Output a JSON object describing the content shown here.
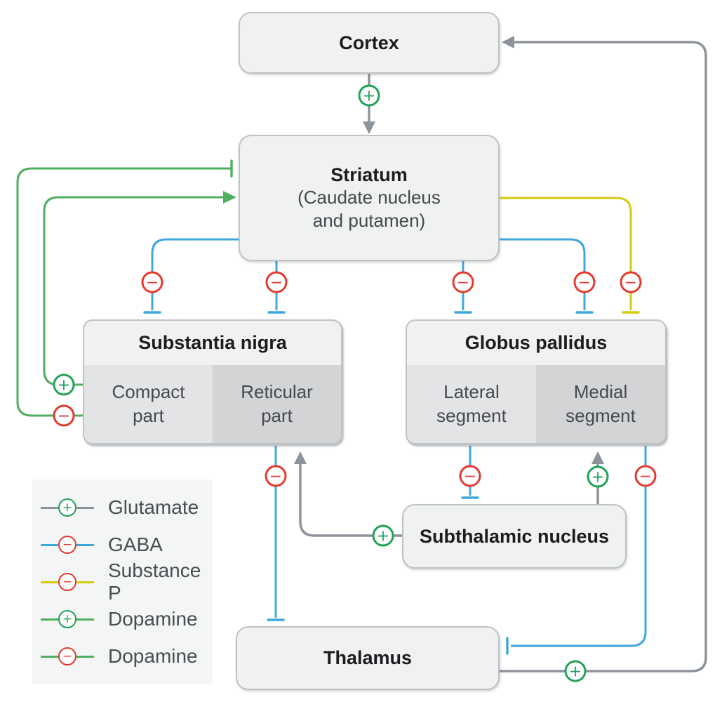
{
  "colors": {
    "glutamate_line": "#8d939a",
    "gaba_line": "#3fa8db",
    "substance_p_line": "#d5cb10",
    "dopamine_line": "#4fae60",
    "excitatory": "#21a35a",
    "inhibitory": "#e23b30",
    "box_border": "#bfc2c5",
    "box_fill": "#f0f1f1",
    "cell_light": "#e3e4e5",
    "cell_dark": "#d3d4d6"
  },
  "boxes": {
    "cortex": {
      "title": "Cortex"
    },
    "striatum": {
      "title": "Striatum",
      "subtitle_line1": "(Caudate nucleus",
      "subtitle_line2": "and putamen)"
    },
    "substantia_nigra": {
      "title": "Substantia nigra",
      "compact": "Compact part",
      "reticular": "Reticular part"
    },
    "globus_pallidus": {
      "title": "Globus pallidus",
      "lateral": "Lateral segment",
      "medial": "Medial segment"
    },
    "subthalamic": {
      "title": "Subthalamic nucleus"
    },
    "thalamus": {
      "title": "Thalamus"
    }
  },
  "legend": {
    "items": [
      {
        "label": "Glutamate",
        "sign": "+",
        "line": "gray"
      },
      {
        "label": "GABA",
        "sign": "−",
        "line": "blue"
      },
      {
        "label": "Substance P",
        "sign": "−",
        "line": "yellow"
      },
      {
        "label": "Dopamine",
        "sign": "+",
        "line": "green"
      },
      {
        "label": "Dopamine",
        "sign": "−",
        "line": "green"
      }
    ]
  },
  "connections": [
    {
      "name": "cortex-to-striatum",
      "transmitter": "Glutamate",
      "sign": "+"
    },
    {
      "name": "thalamus-to-cortex",
      "transmitter": "Glutamate",
      "sign": "+"
    },
    {
      "name": "striatum-to-compact-part",
      "transmitter": "GABA",
      "sign": "−"
    },
    {
      "name": "striatum-to-reticular-part",
      "transmitter": "GABA",
      "sign": "−"
    },
    {
      "name": "striatum-to-lateral-segment",
      "transmitter": "GABA",
      "sign": "−"
    },
    {
      "name": "striatum-to-medial-segment",
      "transmitter": "GABA",
      "sign": "−"
    },
    {
      "name": "striatum-to-medial-segment-sp",
      "transmitter": "Substance P",
      "sign": "−"
    },
    {
      "name": "compact-to-striatum-excitatory",
      "transmitter": "Dopamine",
      "sign": "+"
    },
    {
      "name": "compact-to-striatum-inhibitory",
      "transmitter": "Dopamine",
      "sign": "−"
    },
    {
      "name": "lateral-to-subthalamic",
      "transmitter": "GABA",
      "sign": "−"
    },
    {
      "name": "subthalamic-to-medial-segment",
      "transmitter": "Glutamate",
      "sign": "+"
    },
    {
      "name": "subthalamic-to-reticular-part",
      "transmitter": "Glutamate",
      "sign": "+"
    },
    {
      "name": "reticular-to-thalamus",
      "transmitter": "GABA",
      "sign": "−"
    },
    {
      "name": "medial-to-thalamus",
      "transmitter": "GABA",
      "sign": "−"
    }
  ]
}
